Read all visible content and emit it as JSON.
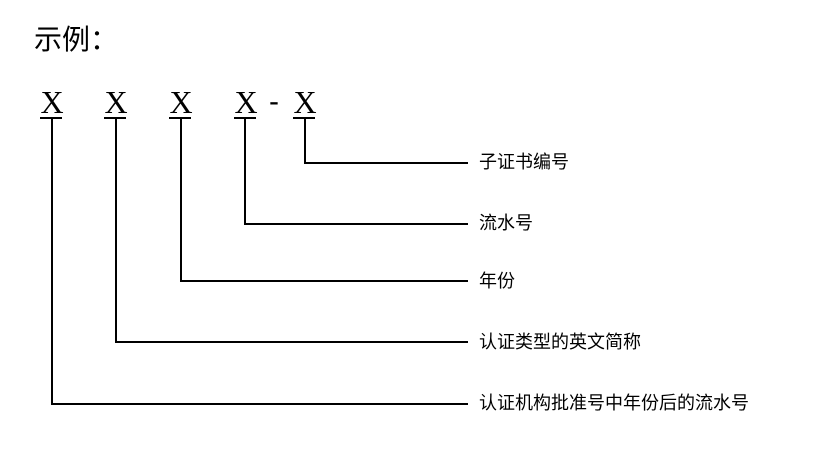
{
  "title": "示例：",
  "code": {
    "chars": [
      "X",
      "X",
      "X",
      "X",
      "X"
    ],
    "separator": "-"
  },
  "labels": [
    "子证书编号",
    "流水号",
    "年份",
    "认证类型的英文简称",
    "认证机构批准号中年份后的流水号"
  ]
}
